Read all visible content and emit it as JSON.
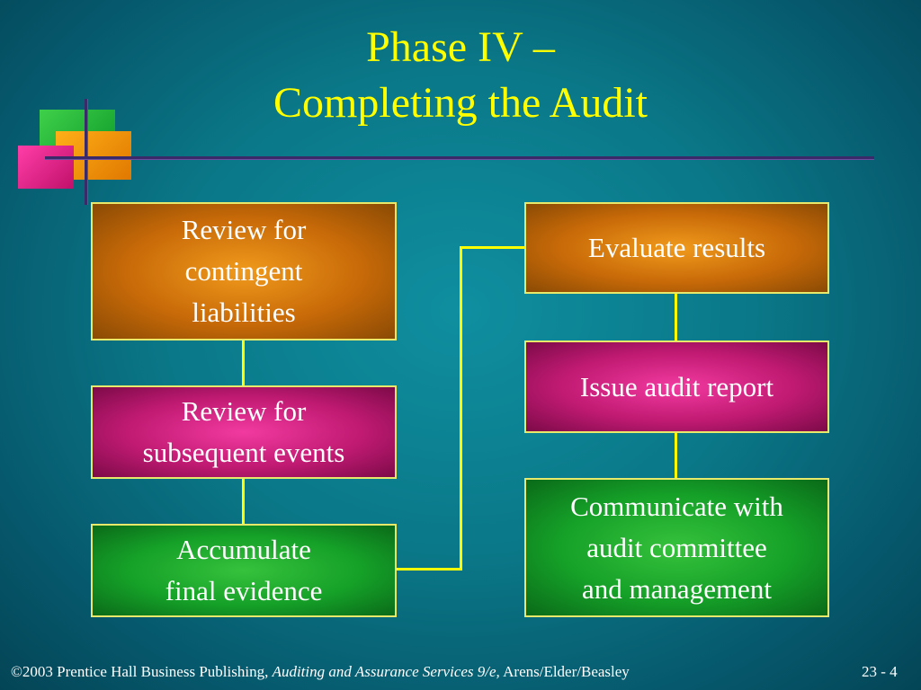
{
  "title": {
    "line1": "Phase IV –",
    "line2": "Completing the Audit"
  },
  "left_column": [
    {
      "lines": [
        "Review for",
        "contingent",
        "liabilities"
      ],
      "color": "#d4780c"
    },
    {
      "lines": [
        "Review for",
        "subsequent events"
      ],
      "color": "#d0207e"
    },
    {
      "lines": [
        "Accumulate",
        "final evidence"
      ],
      "color": "#1ea830"
    }
  ],
  "right_column": [
    {
      "lines": [
        "Evaluate results"
      ],
      "color": "#d4780c"
    },
    {
      "lines": [
        "Issue audit report"
      ],
      "color": "#d0207e"
    },
    {
      "lines": [
        "Communicate with",
        "audit committee",
        "and management"
      ],
      "color": "#1ea830"
    }
  ],
  "connector_color": "#ffff00",
  "accent_color": "#ffff00",
  "footer": {
    "prefix": "©2003 Prentice Hall Business Publishing, ",
    "book": "Auditing and Assurance Services 9/e,",
    "authors": " Arens/Elder/Beasley",
    "slide_number": "23 - 4"
  }
}
